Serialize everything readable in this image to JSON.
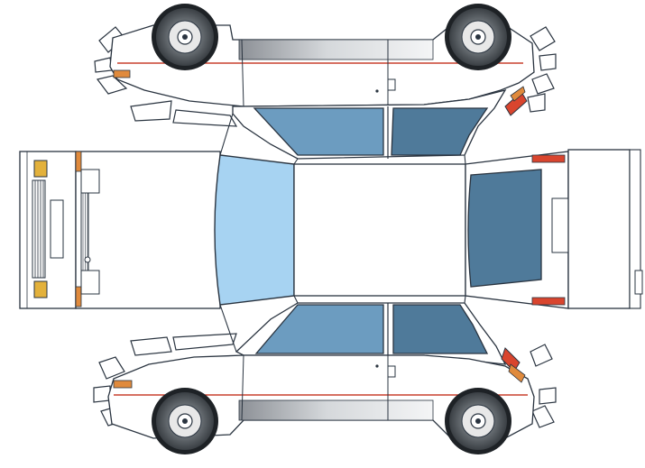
{
  "diagram": {
    "subject": "car-papercraft-template",
    "panels": [
      "side-panel-top",
      "hood-panel",
      "roof-panel",
      "rear-hatch-panel",
      "side-panel-bottom"
    ],
    "icons": [
      "wheel-icon",
      "tail-light-icon",
      "head-light-icon",
      "door-handle-icon",
      "license-plate-icon"
    ]
  },
  "colors": {
    "outline": "#2a3440",
    "body": "#ffffff",
    "body_shade": "#eef0f3",
    "glass_side": "#6c9cc0",
    "glass_side_dark": "#4f7a9a",
    "glass_windshield": "#a7d3f2",
    "glass_rear": "#4f7a9a",
    "tire": "#555b60",
    "tire_dark": "#1e2226",
    "hub": "#e8e8e8",
    "stripe": "#c8402e",
    "light_red": "#d9452e",
    "light_orange": "#e08a3c",
    "indicator_yellow": "#e3b13b",
    "chrome_dark": "#8c9096",
    "chrome_light": "#f4f5f6"
  }
}
